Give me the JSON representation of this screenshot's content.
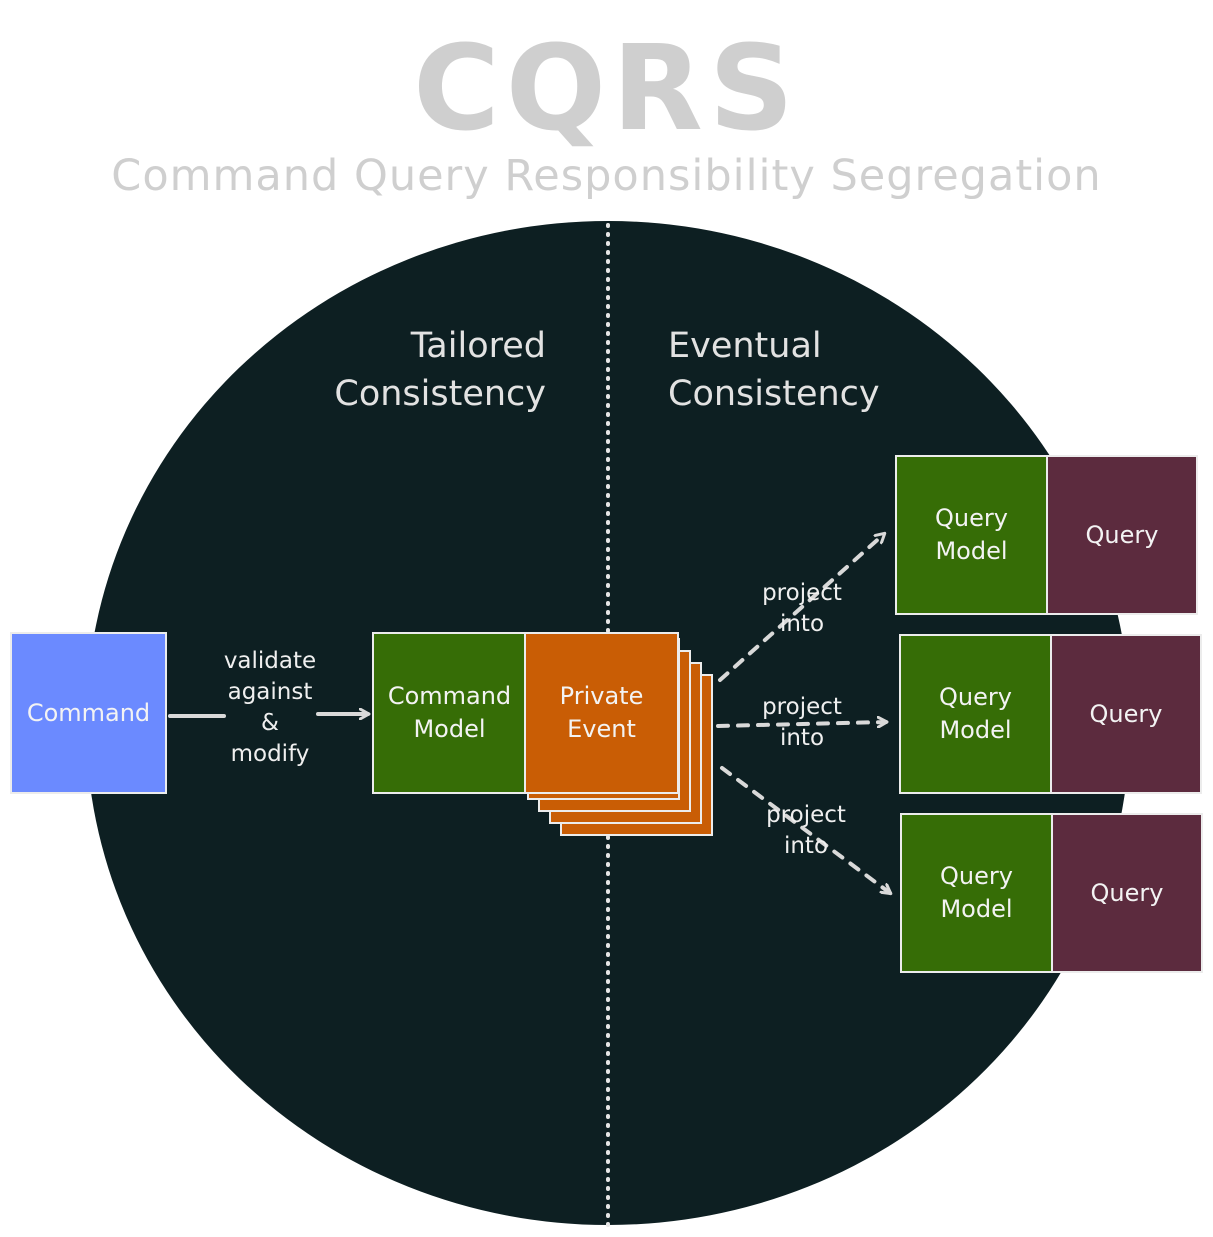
{
  "title": "CQRS",
  "subtitle": "Command Query Responsibility Segregation",
  "sections": {
    "left": "Tailored\nConsistency",
    "right": "Eventual\nConsistency"
  },
  "command": {
    "label": "Command"
  },
  "validate_label": "validate\nagainst\n&\nmodify",
  "command_model": {
    "label": "Command\nModel"
  },
  "private_event": {
    "label": "Private\nEvent"
  },
  "project_label": "project\ninto",
  "read_side": [
    {
      "model": "Query\nModel",
      "query": "Query",
      "project": "project\ninto"
    },
    {
      "model": "Query\nModel",
      "query": "Query",
      "project": "project\ninto"
    },
    {
      "model": "Query\nModel",
      "query": "Query",
      "project": "project\ninto"
    }
  ],
  "colors": {
    "circle": "#0d1f22",
    "command": "#6b8aff",
    "model": "#366d06",
    "event": "#c95d05",
    "query": "#5c2b3e",
    "title": "#cfcfcf",
    "arrow": "#d9d9d9"
  }
}
